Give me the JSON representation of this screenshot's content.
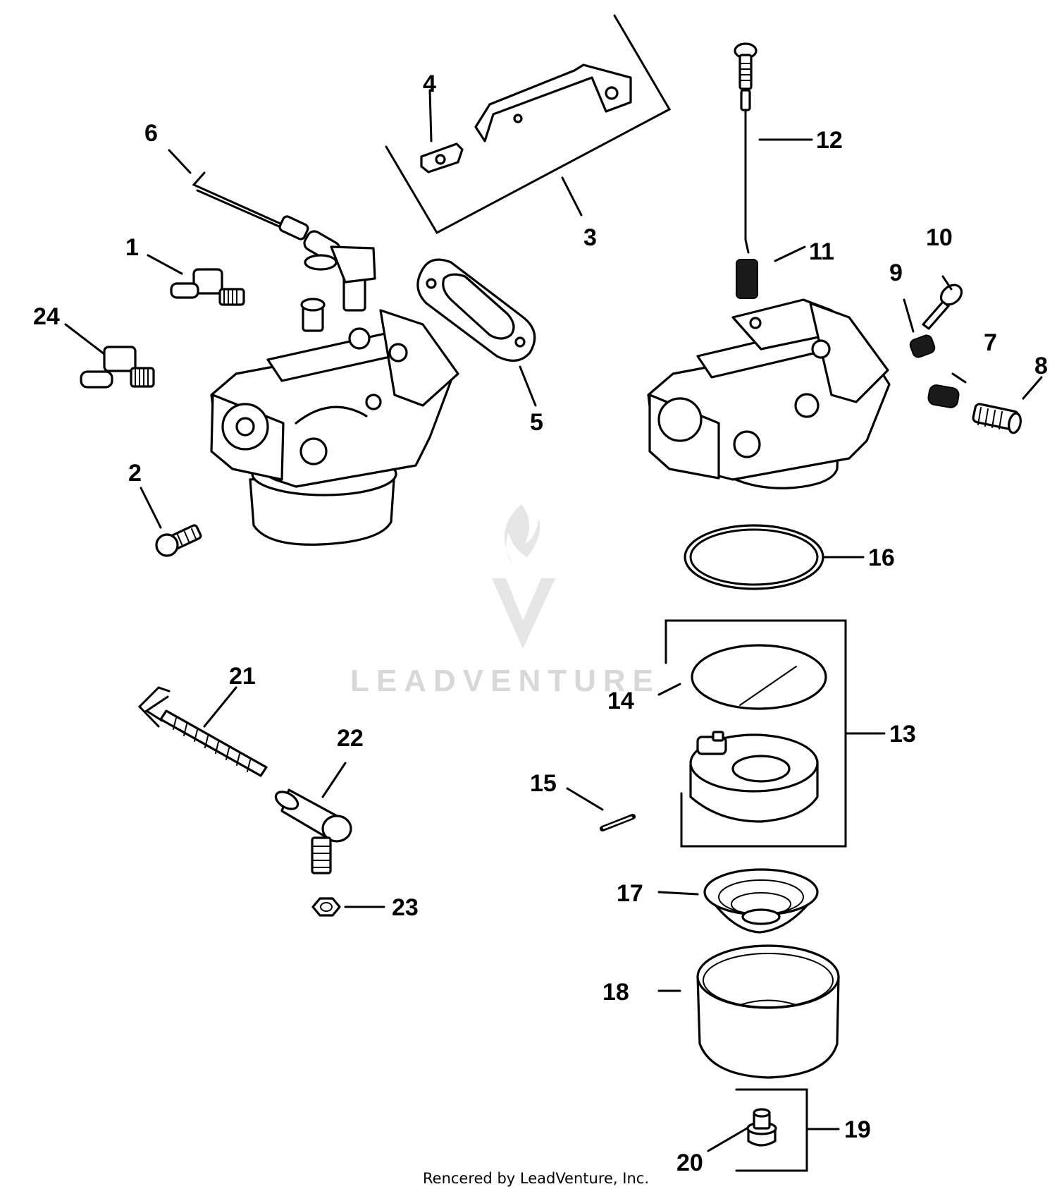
{
  "callouts": {
    "c1": "1",
    "c2": "2",
    "c3": "3",
    "c4": "4",
    "c5": "5",
    "c6": "6",
    "c7": "7",
    "c8": "8",
    "c9": "9",
    "c10": "10",
    "c11": "11",
    "c12": "12",
    "c13": "13",
    "c14": "14",
    "c15": "15",
    "c16": "16",
    "c17": "17",
    "c18": "18",
    "c19": "19",
    "c20": "20",
    "c21": "21",
    "c22": "22",
    "c23": "23",
    "c24": "24"
  },
  "watermark": {
    "text": "LEADVENTURE"
  },
  "footer": {
    "text": "Rencered by LeadVenture, Inc."
  },
  "colors": {
    "ink": "#000000",
    "watermark": "#d8d8d8",
    "background": "#ffffff"
  }
}
